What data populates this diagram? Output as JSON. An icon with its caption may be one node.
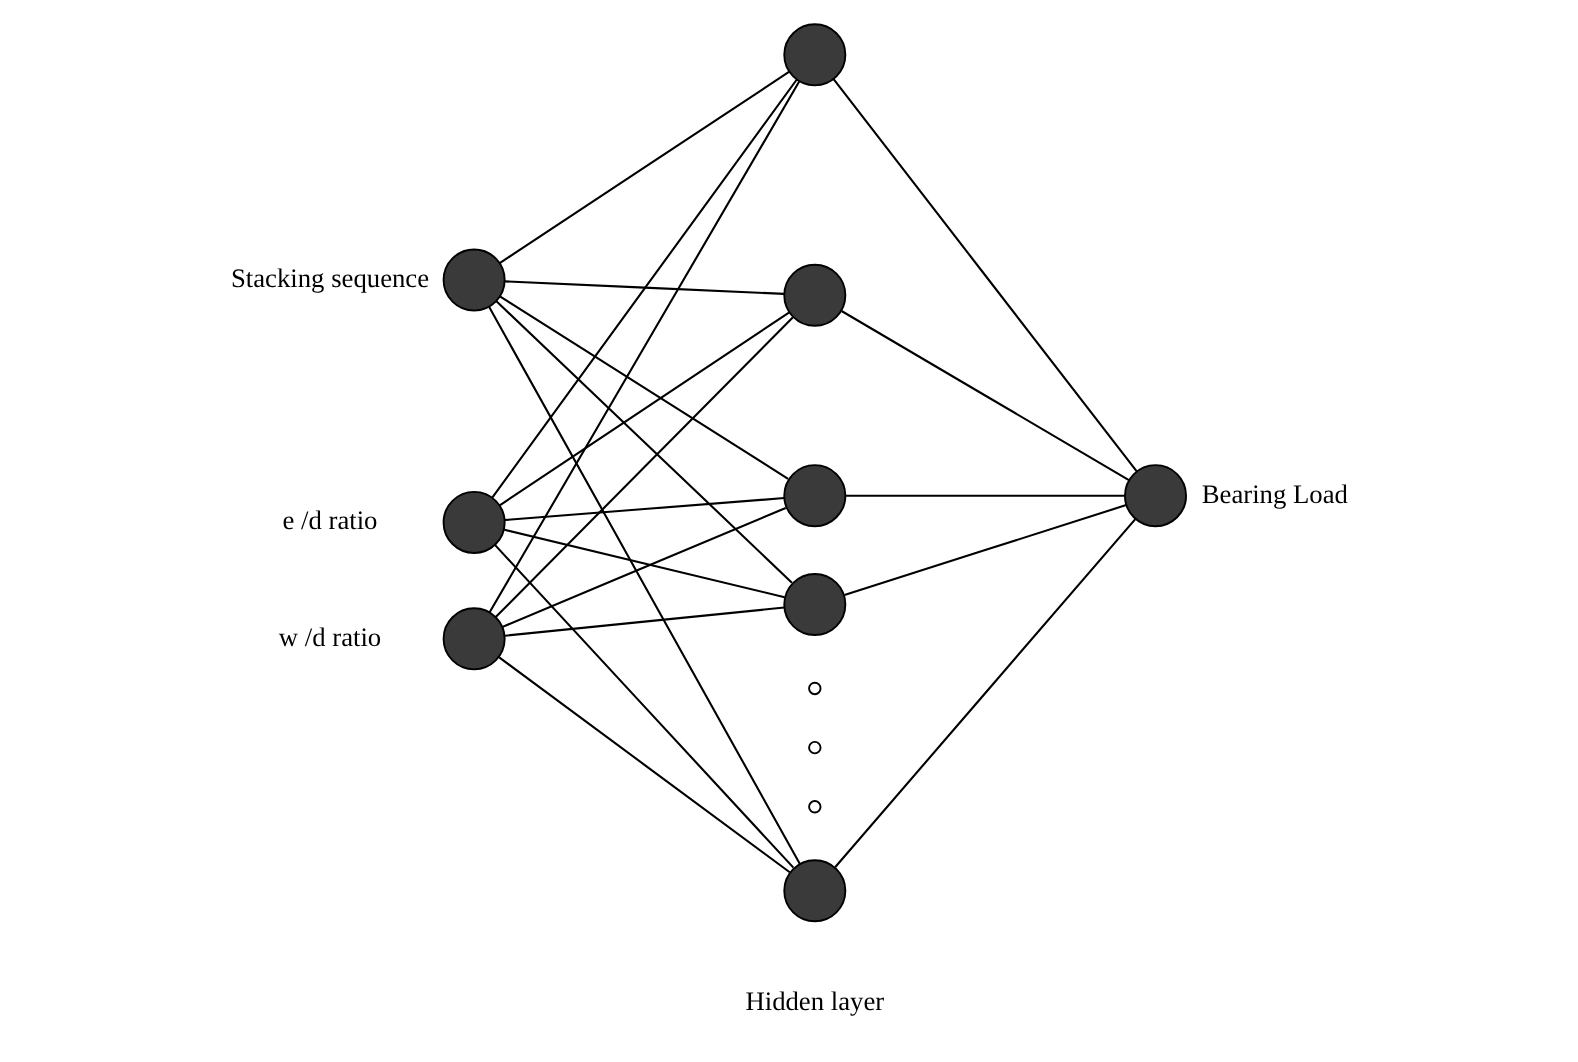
{
  "diagram": {
    "nodes": [
      {
        "text": [],
        "shape": "circle",
        "beside": [
          "Stacking sequence"
        ]
      },
      {
        "text": [],
        "shape": "circle",
        "beside": [
          "e /d ratio"
        ]
      },
      {
        "text": [],
        "shape": "circle",
        "beside": [
          "w /d ratio"
        ]
      },
      {
        "text": [],
        "shape": "circle"
      },
      {
        "text": [],
        "shape": "circle"
      },
      {
        "text": [],
        "shape": "circle"
      },
      {
        "text": [],
        "shape": "circle"
      },
      {
        "text": [],
        "shape": "circle"
      },
      {
        "text": [],
        "shape": "circle",
        "beside": [
          "Bearing Load"
        ]
      }
    ],
    "edges": [
      {
        "from": 0,
        "to": 3,
        "arrow": "none"
      },
      {
        "from": 0,
        "to": 4,
        "arrow": "none"
      },
      {
        "from": 0,
        "to": 5,
        "arrow": "none"
      },
      {
        "from": 0,
        "to": 6,
        "arrow": "none"
      },
      {
        "from": 0,
        "to": 7,
        "arrow": "none"
      },
      {
        "from": 1,
        "to": 3,
        "arrow": "none"
      },
      {
        "from": 1,
        "to": 4,
        "arrow": "none"
      },
      {
        "from": 1,
        "to": 5,
        "arrow": "none"
      },
      {
        "from": 1,
        "to": 6,
        "arrow": "none"
      },
      {
        "from": 1,
        "to": 7,
        "arrow": "none"
      },
      {
        "from": 2,
        "to": 3,
        "arrow": "none"
      },
      {
        "from": 2,
        "to": 4,
        "arrow": "none"
      },
      {
        "from": 2,
        "to": 5,
        "arrow": "none"
      },
      {
        "from": 2,
        "to": 6,
        "arrow": "none"
      },
      {
        "from": 2,
        "to": 7,
        "arrow": "none"
      },
      {
        "from": 3,
        "to": 8,
        "arrow": "none"
      },
      {
        "from": 4,
        "to": 8,
        "arrow": "none"
      },
      {
        "from": 5,
        "to": 8,
        "arrow": "none"
      },
      {
        "from": 6,
        "to": 8,
        "arrow": "none"
      },
      {
        "from": 7,
        "to": 8,
        "arrow": "none"
      }
    ],
    "labels": [
      "Hidden layer"
    ]
  }
}
